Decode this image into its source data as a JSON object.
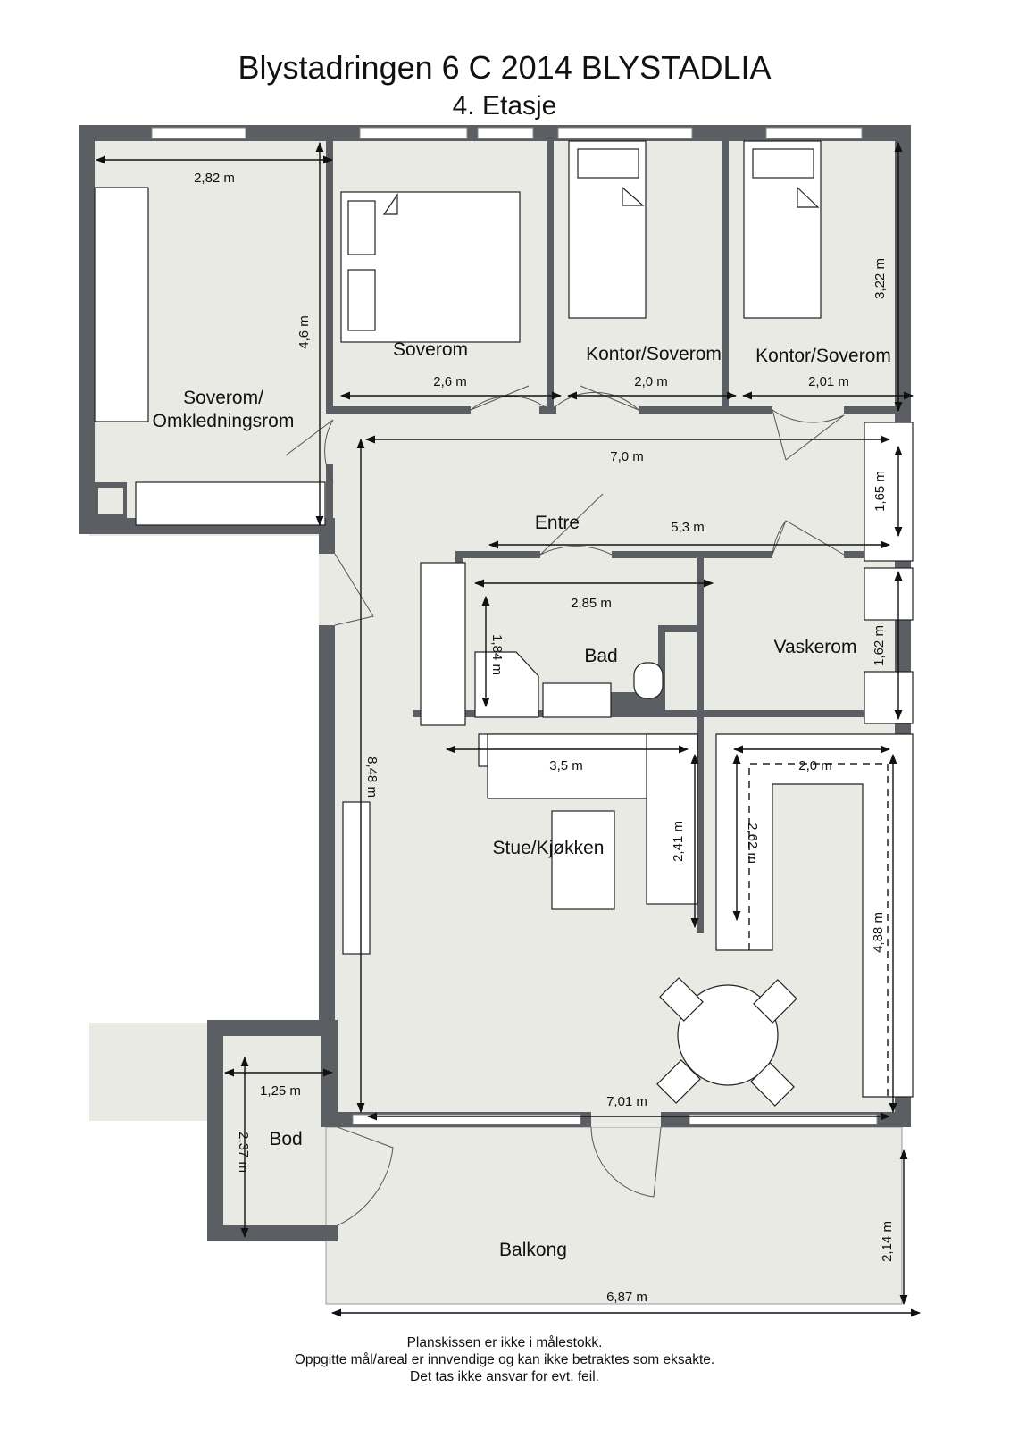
{
  "header": {
    "title": "Blystadringen 6 C 2014 BLYSTADLIA",
    "subtitle": "4. Etasje"
  },
  "rooms": {
    "soverom_omk_1": "Soverom/",
    "soverom_omk_2": "Omkledningsrom",
    "soverom": "Soverom",
    "kontor1": "Kontor/Soverom",
    "kontor2": "Kontor/Soverom",
    "entre": "Entre",
    "bad": "Bad",
    "vaskerom": "Vaskerom",
    "stue": "Stue/Kjøkken",
    "bod": "Bod",
    "balkong": "Balkong"
  },
  "dimensions": {
    "omk_width": "2,82 m",
    "omk_height": "4,6 m",
    "soverom_width": "2,6 m",
    "kontor1_width": "2,0 m",
    "kontor2_width": "2,01 m",
    "kontor2_height": "3,22 m",
    "entre_long": "7,0 m",
    "entre_short": "5,3 m",
    "closet_height": "1,65 m",
    "bad_width": "2,85 m",
    "bad_height": "1,84 m",
    "vask_height": "1,62 m",
    "stue_height": "8,48 m",
    "sofa_width": "3,5 m",
    "sofa_height": "2,41 m",
    "kitchen_width": "2,0 m",
    "kitchen_height": "2,62 m",
    "kitchen_long": "4,88 m",
    "stue_width": "7,01 m",
    "bod_width": "1,25 m",
    "bod_height": "2,37 m",
    "balkong_height": "2,14 m",
    "balkong_width": "6,87 m"
  },
  "footer": {
    "line1": "Planskissen er ikke i målestokk.",
    "line2": "Oppgitte mål/areal er innvendige og kan ikke betraktes som eksakte.",
    "line3": "Det tas ikke ansvar for evt. feil."
  },
  "colors": {
    "wall": "#5b5e63",
    "floor": "#e9eae4"
  }
}
